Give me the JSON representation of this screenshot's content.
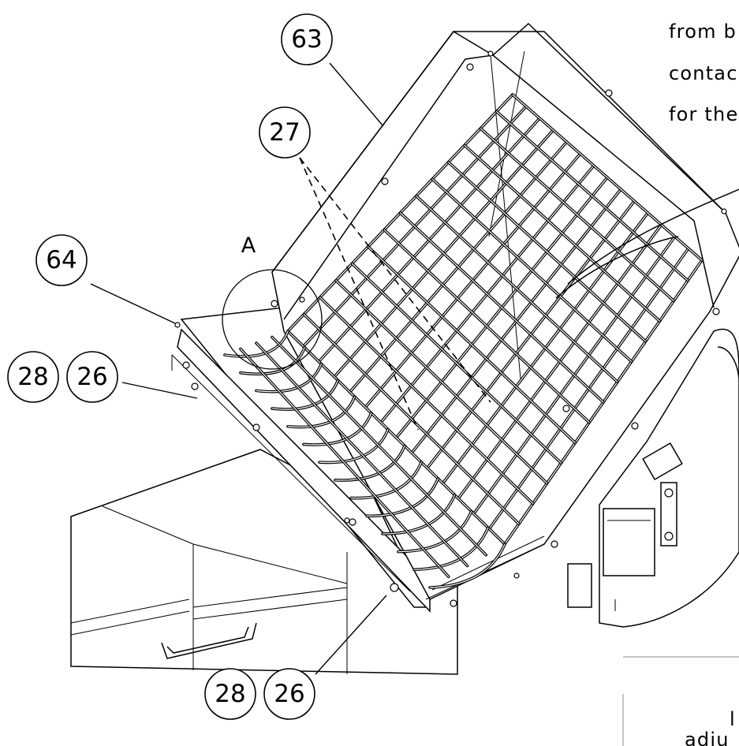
{
  "figure": {
    "callouts": [
      {
        "id": "c63",
        "label": "63"
      },
      {
        "id": "c27",
        "label": "27"
      },
      {
        "id": "c64",
        "label": "64"
      },
      {
        "id": "c28a",
        "label": "28"
      },
      {
        "id": "c26a",
        "label": "26"
      },
      {
        "id": "c28b",
        "label": "28"
      },
      {
        "id": "c26b",
        "label": "26"
      }
    ],
    "detail_label": "A",
    "side_text": {
      "line1": "from b",
      "line2": "contac",
      "line3": "for the",
      "bottom1": "l",
      "bottom2": "adju"
    }
  }
}
